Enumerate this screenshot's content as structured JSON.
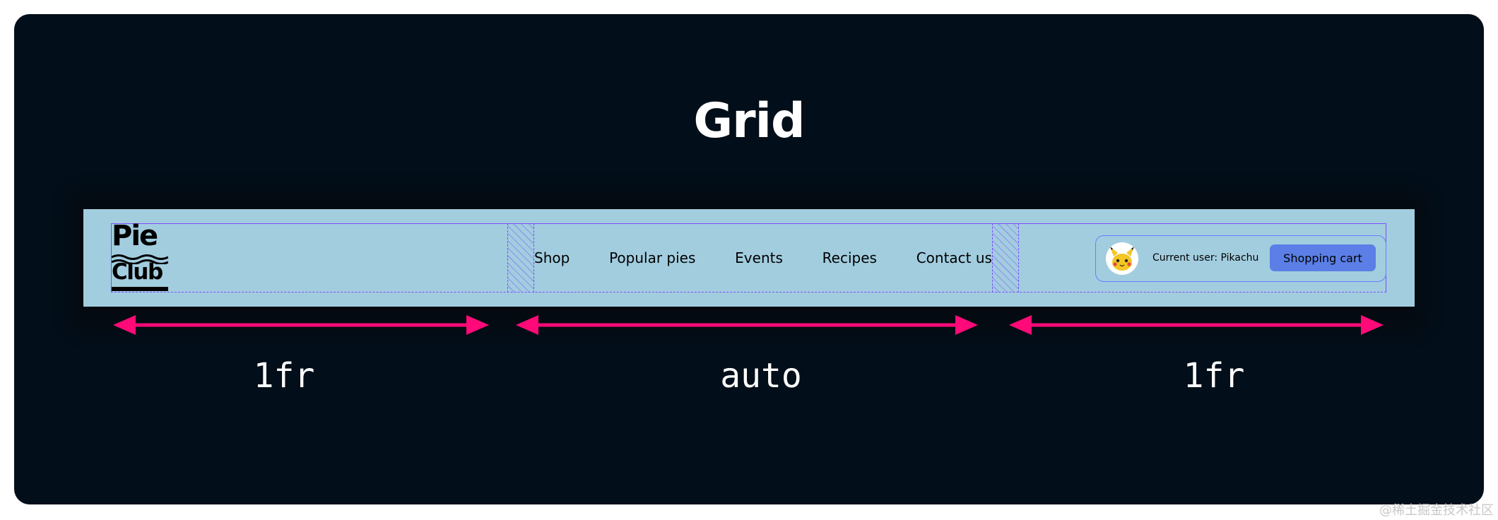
{
  "title": "Grid",
  "navbar": {
    "logo_line1": "Pie",
    "logo_line2": "Club",
    "links": [
      "Shop",
      "Popular pies",
      "Events",
      "Recipes",
      "Contact us"
    ],
    "current_user_label": "Current user: Pikachu",
    "cart_label": "Shopping cart"
  },
  "tracks": [
    "1fr",
    "auto",
    "1fr"
  ],
  "colors": {
    "background": "#020e19",
    "navbar": "#a2cddf",
    "grid_outline": "#7c4dff",
    "arrow": "#ff0a78",
    "cart_button": "#5b7fe6"
  },
  "watermark": "@稀土掘金技术社区"
}
